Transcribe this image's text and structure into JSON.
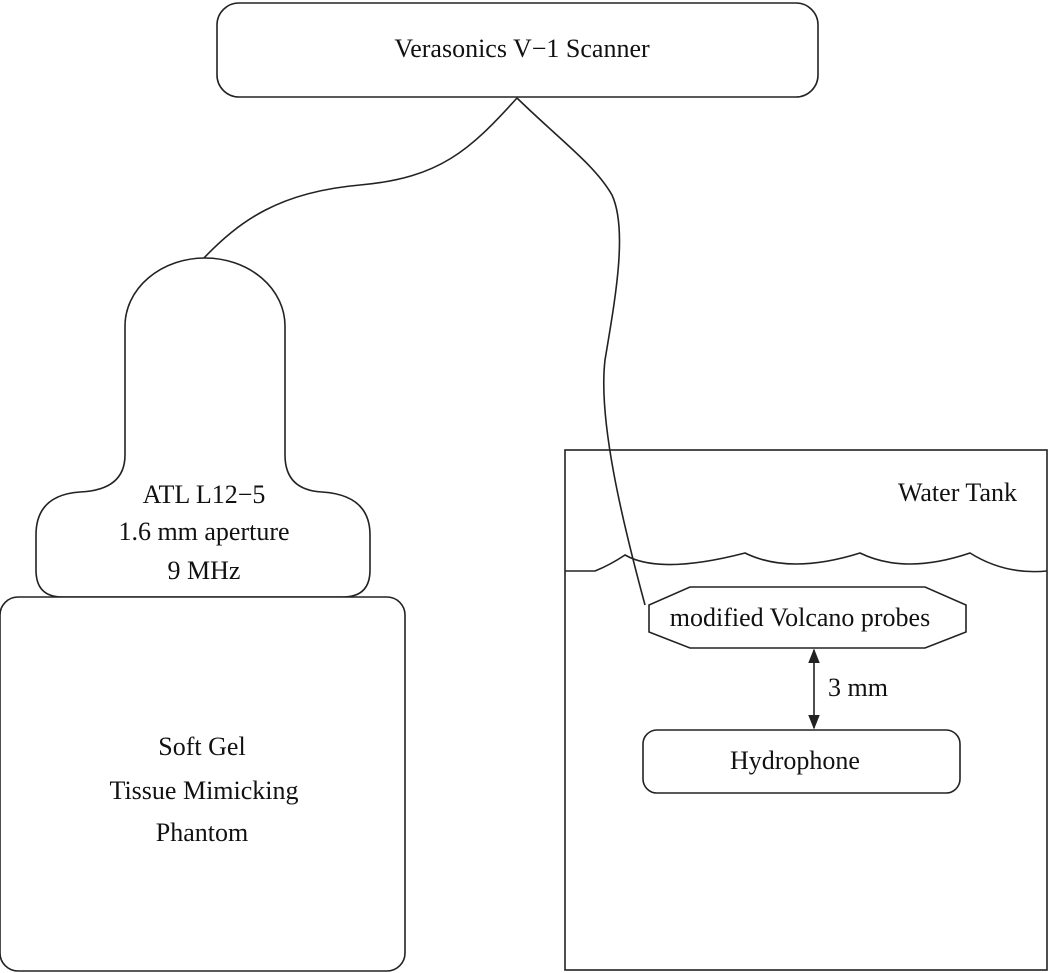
{
  "scanner": {
    "label": "Verasonics V−1 Scanner"
  },
  "transducer": {
    "lines": [
      "ATL L12−5",
      "1.6 mm aperture",
      "9 MHz"
    ]
  },
  "phantom": {
    "lines": [
      "Soft Gel",
      "Tissue Mimicking",
      "Phantom"
    ]
  },
  "tank": {
    "label": "Water Tank"
  },
  "probe": {
    "label": "modified Volcano probes"
  },
  "distance": {
    "label": "3 mm"
  },
  "hydrophone": {
    "label": "Hydrophone"
  },
  "colors": {
    "stroke": "#222222",
    "text": "#111111",
    "background": "#ffffff"
  }
}
